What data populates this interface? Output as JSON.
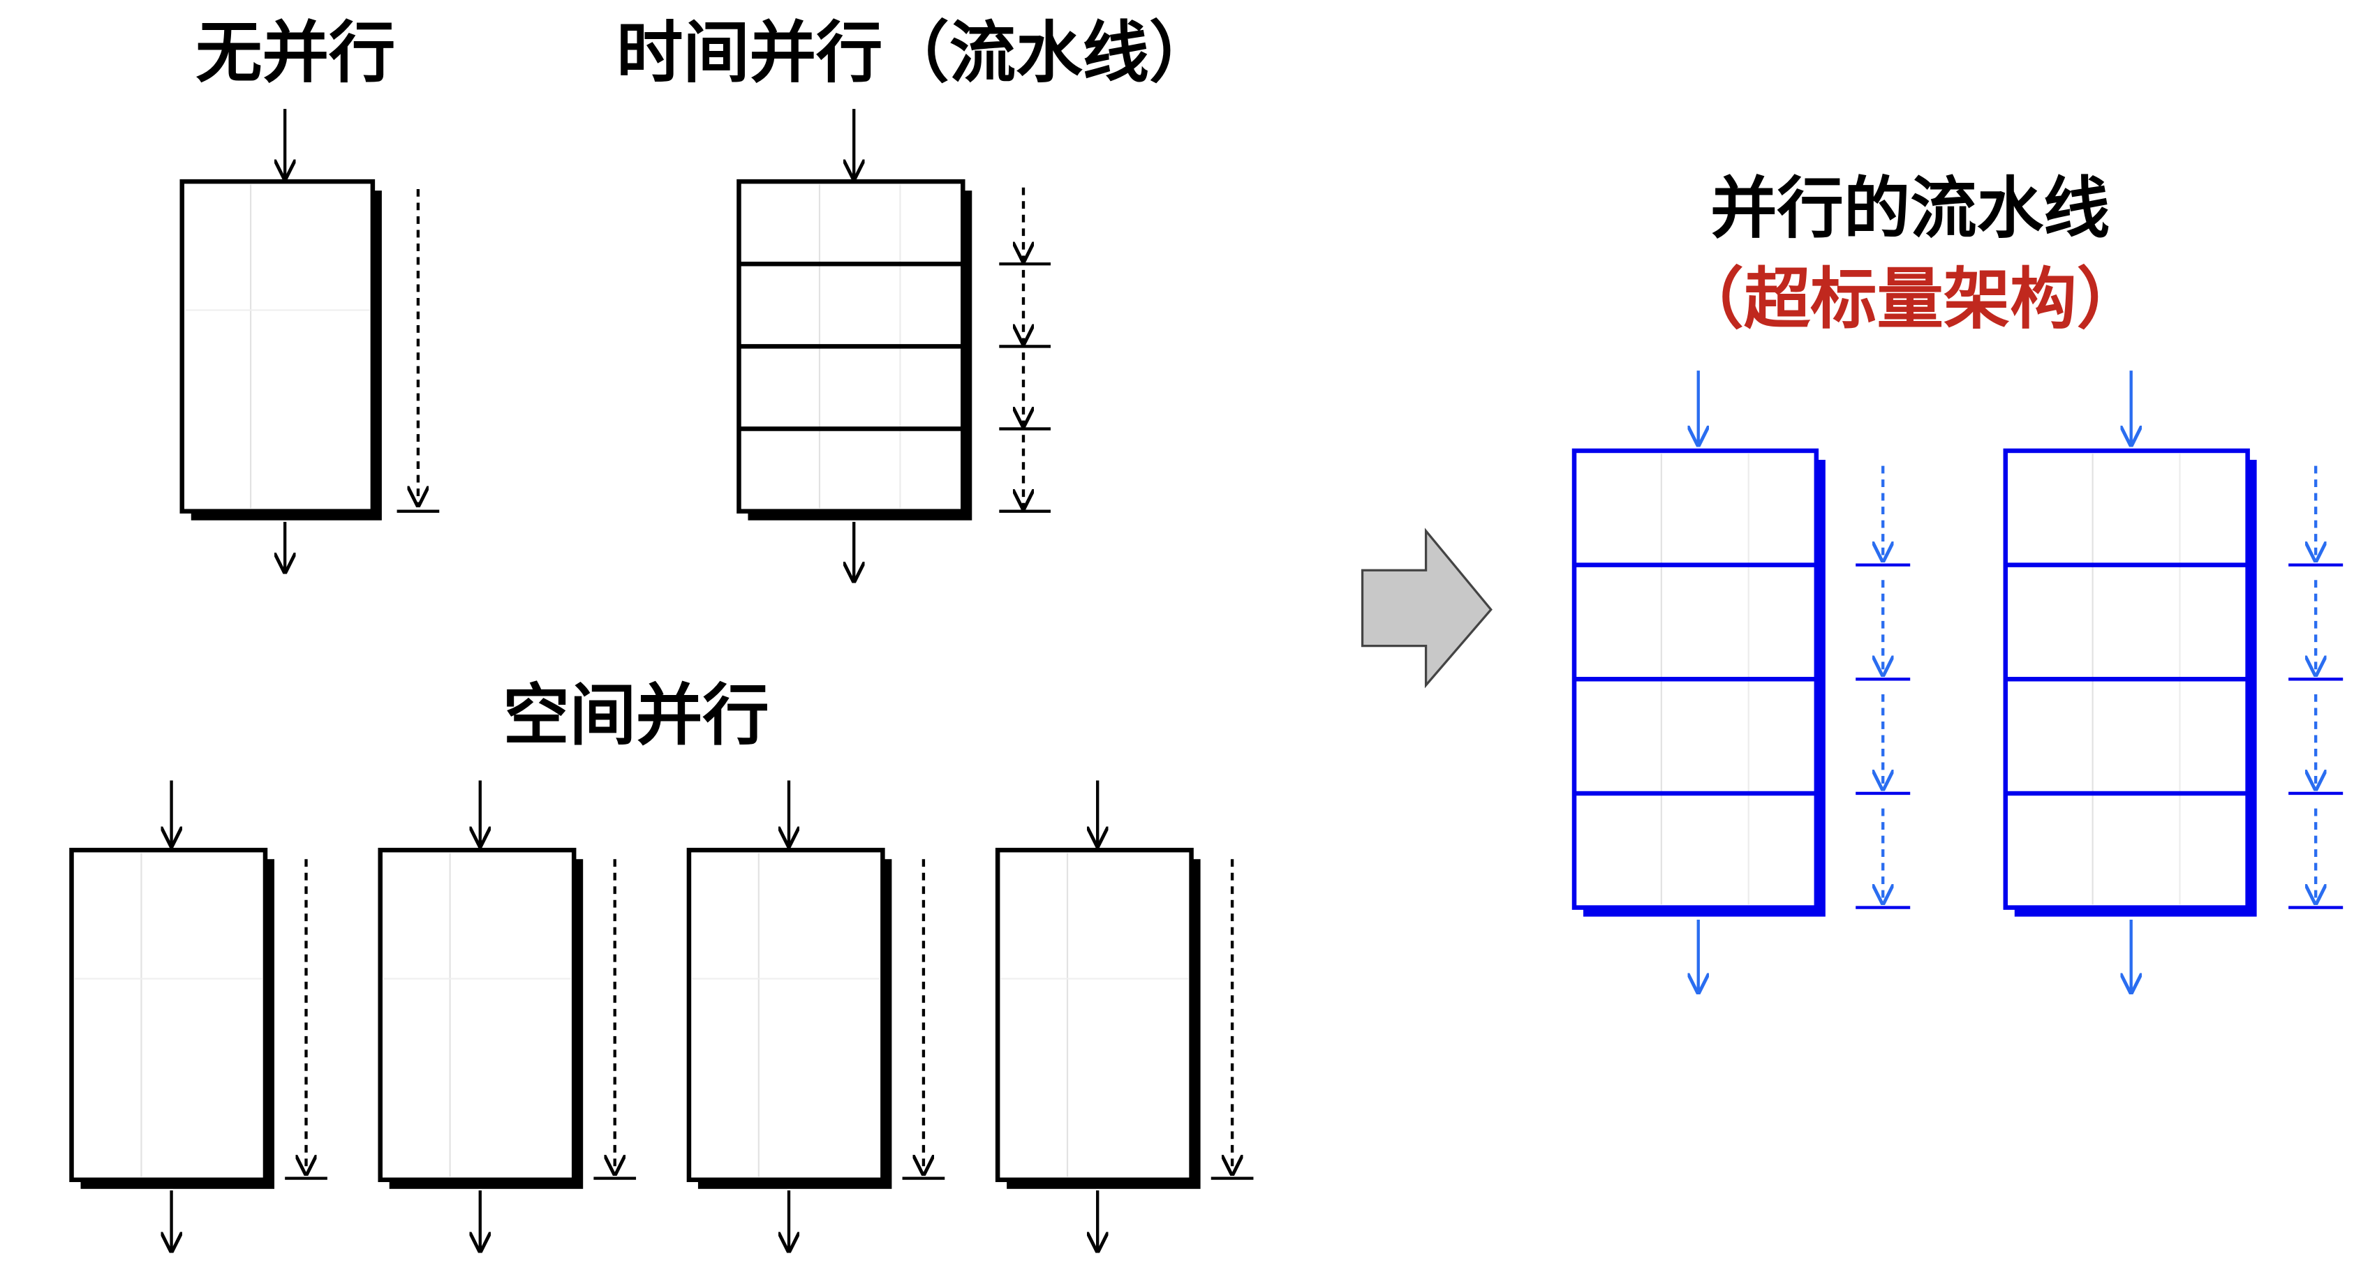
{
  "titles": {
    "no_parallel": "无并行",
    "temporal": "时间并行（流水线）",
    "spatial": "空间并行",
    "superscalar_line1": "并行的流水线",
    "superscalar_line2": "（超标量架构）"
  },
  "colors": {
    "black": "#000000",
    "blue": "#0000ee",
    "arrow_blue": "#2a6df0",
    "red": "#c0281e",
    "gray_arrow": "#c8c8c8"
  },
  "stage_counts": {
    "no_parallel": 1,
    "temporal": 4,
    "spatial_units": 4,
    "superscalar_pipelines": 2,
    "superscalar_stages": 4
  }
}
